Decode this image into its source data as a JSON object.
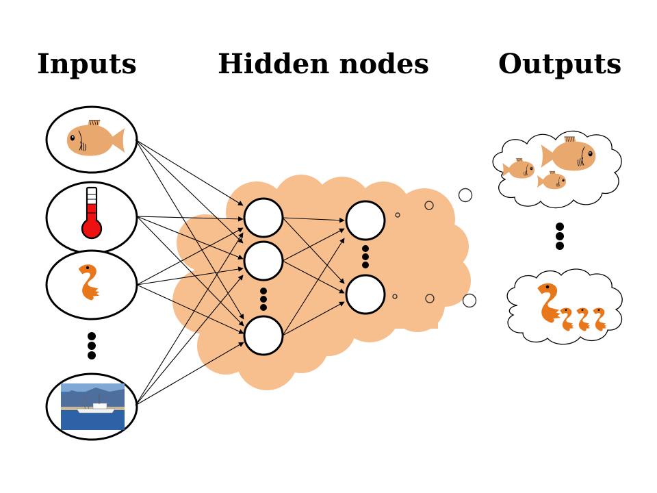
{
  "headings": {
    "inputs": "Inputs",
    "hidden": "Hidden nodes",
    "outputs": "Outputs"
  },
  "colors": {
    "cloud_fill": "#F8BF8E",
    "fish_fill": "#E8A86E",
    "shrimp_fill": "#E8761A",
    "thermo_red": "#EE1111",
    "stroke": "#000000",
    "node_fill": "#FFFFFF"
  },
  "inputs": [
    {
      "id": "fish",
      "icon": "fish-icon"
    },
    {
      "id": "temperature",
      "icon": "thermometer-icon"
    },
    {
      "id": "shrimp",
      "icon": "shrimp-icon"
    },
    {
      "id": "ellipsis",
      "icon": "vertical-ellipsis-icon"
    },
    {
      "id": "boat",
      "icon": "fishing-boat-photo"
    }
  ],
  "hidden_layers": [
    {
      "name": "hidden-layer-1",
      "node_count_shown": 3,
      "ellipsis_after": 2
    },
    {
      "name": "hidden-layer-2",
      "node_count_shown": 2,
      "ellipsis_after": 1
    }
  ],
  "outputs": [
    {
      "id": "fish-school",
      "icon": "fish-school-icon"
    },
    {
      "id": "ellipsis",
      "icon": "vertical-ellipsis-icon"
    },
    {
      "id": "shrimp-group",
      "icon": "shrimp-group-icon"
    }
  ],
  "edges": {
    "input_to_hidden1": [
      [
        0,
        0
      ],
      [
        0,
        1
      ],
      [
        0,
        2
      ],
      [
        1,
        0
      ],
      [
        1,
        1
      ],
      [
        1,
        2
      ],
      [
        2,
        0
      ],
      [
        2,
        1
      ],
      [
        2,
        2
      ],
      [
        4,
        0
      ],
      [
        4,
        1
      ],
      [
        4,
        2
      ]
    ],
    "hidden1_to_hidden2": [
      [
        0,
        0
      ],
      [
        0,
        1
      ],
      [
        1,
        0
      ],
      [
        1,
        1
      ],
      [
        2,
        0
      ],
      [
        2,
        1
      ]
    ]
  }
}
